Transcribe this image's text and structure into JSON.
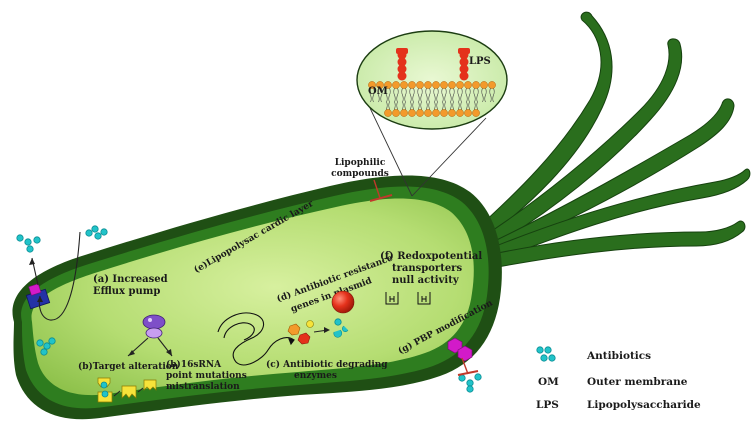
{
  "labels": {
    "lps_top": "LPS",
    "om_top": "OM",
    "lipophilic_line1": "Lipophilic",
    "lipophilic_line2": "compounds",
    "efflux_line1": "(a) Increased",
    "efflux_line2": "Efflux pump",
    "target": "(b)Target alteration",
    "rrna_line1": "(b)16sRNA",
    "rrna_line2": "point mutations",
    "rrna_line3": "mistranslation",
    "degrading_line1": "(c) Antibiotic degrading",
    "degrading_line2": "enzymes",
    "plasmid_line1": "(d) Antibiotic resistance",
    "plasmid_line2": "genes in plasmid",
    "lipopolysac": "(e)Lipopolysac cardic layer",
    "redox_line1": "(f) Redoxpotential",
    "redox_line2": "transporters",
    "redox_line3": "null activity",
    "pbp": "(g) PBP modification"
  },
  "legend": [
    {
      "symbol": "",
      "text": "Antibiotics"
    },
    {
      "symbol": "OM",
      "text": "Outer membrane"
    },
    {
      "symbol": "LPS",
      "text": "Lipopolysaccharide"
    }
  ],
  "colors": {
    "cell_outer": "#1f4f14",
    "cell_wall": "#2e7d1f",
    "cytoplasm": "#b9e07a",
    "flagella": "#2a6e1d",
    "antibiotic": "#21c3c9",
    "lps_red": "#e4321b",
    "lipid_head": "#f39a2b",
    "efflux_pump": "#2432a6",
    "pbp": "#d21ac9",
    "enzyme_yellow": "#f6e33a",
    "inhibitor_red": "#c0392b"
  },
  "icons": {
    "antibiotic": "teal-dot-cluster-icon",
    "efflux": "efflux-pump-icon",
    "ribosome": "ribosome-icon",
    "plasmid": "plasmid-icon",
    "resistance_gene": "red-sphere-icon",
    "transporter": "transporter-icon",
    "pbp": "pbp-hexagon-icon"
  }
}
